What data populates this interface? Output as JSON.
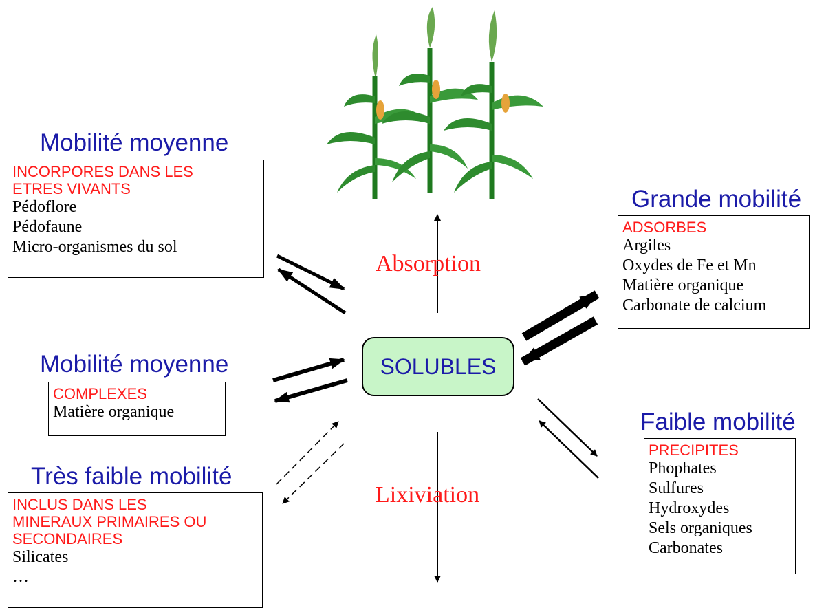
{
  "center": {
    "label": "SOLUBLES"
  },
  "processes": {
    "absorption": "Absorption",
    "lixiviation": "Lixiviation"
  },
  "groups": {
    "incorporated": {
      "title": "Mobilité moyenne",
      "header_lines": [
        "INCORPORES DANS LES",
        "ETRES VIVANTS"
      ],
      "items": [
        "Pédoflore",
        "Pédofaune",
        "Micro-organismes du sol"
      ]
    },
    "complexed": {
      "title": "Mobilité moyenne",
      "header_lines": [
        "COMPLEXES"
      ],
      "items": [
        "Matière organique"
      ]
    },
    "included": {
      "title": "Très faible mobilité",
      "header_lines": [
        "INCLUS DANS LES",
        "MINERAUX PRIMAIRES OU",
        "SECONDAIRES"
      ],
      "items": [
        "Silicates",
        "…"
      ]
    },
    "adsorbed": {
      "title": "Grande mobilité",
      "header_lines": [
        "ADSORBES"
      ],
      "items": [
        "Argiles",
        "Oxydes de Fe et Mn",
        "Matière organique",
        "Carbonate de calcium"
      ]
    },
    "precipitated": {
      "title": "Faible mobilité",
      "header_lines": [
        "PRECIPITES"
      ],
      "items": [
        "Phophates",
        "Sulfures",
        "Hydroxydes",
        "Sels organiques",
        "Carbonates"
      ]
    }
  },
  "colors": {
    "title_blue": "#1b1ba8",
    "header_red": "#ff1a1a",
    "center_fill": "#c8f5c8"
  },
  "illustration": {
    "name": "corn-plants"
  }
}
